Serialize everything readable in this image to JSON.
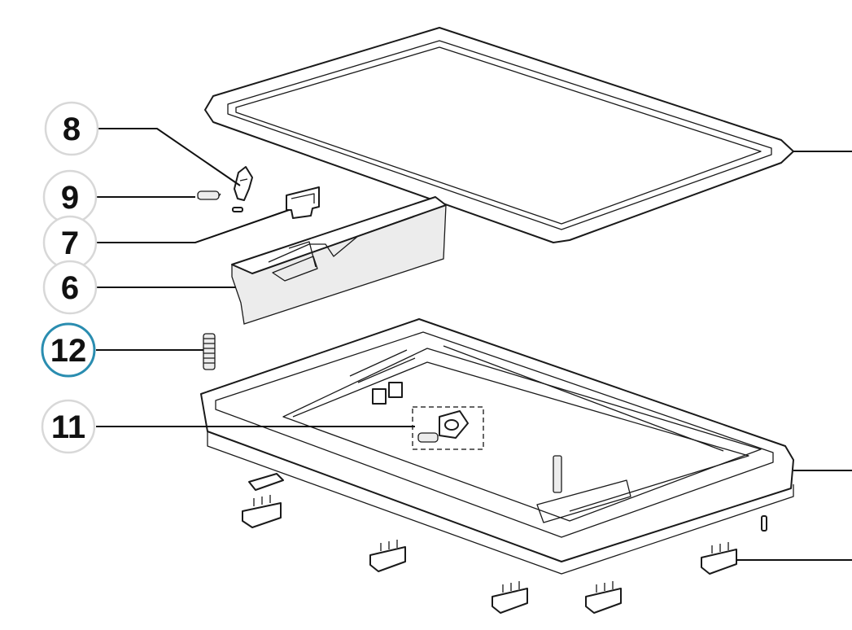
{
  "diagram": {
    "callouts": [
      {
        "id": "8",
        "label": "8",
        "highlighted": false
      },
      {
        "id": "9",
        "label": "9",
        "highlighted": false
      },
      {
        "id": "7",
        "label": "7",
        "highlighted": false
      },
      {
        "id": "6",
        "label": "6",
        "highlighted": false
      },
      {
        "id": "12",
        "label": "12",
        "highlighted": true
      },
      {
        "id": "11",
        "label": "11",
        "highlighted": false
      }
    ],
    "parts": [
      "seal-frame",
      "spring-9",
      "latch-8",
      "cover-7",
      "handle-6",
      "spring-12",
      "base-frame",
      "spring-11",
      "mount-clips"
    ],
    "colors": {
      "line": "#1a1a1a",
      "bubble": "#d8d8d8",
      "highlight": "#2a8db0"
    }
  }
}
